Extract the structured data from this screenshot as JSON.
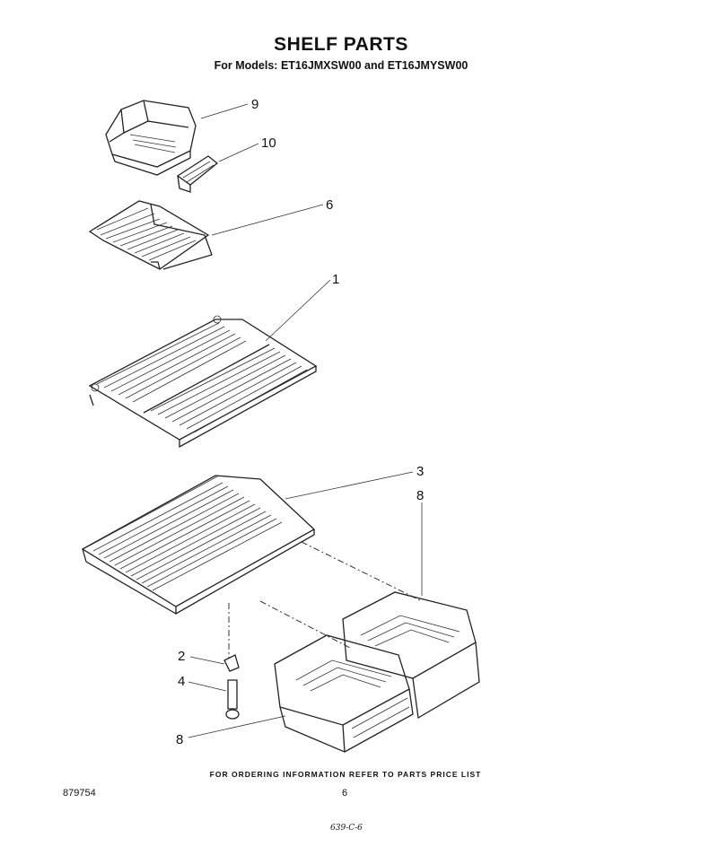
{
  "header": {
    "title": "SHELF PARTS",
    "subtitle": "For Models: ET16JMXSW00 and ET16JMYSW00"
  },
  "callouts": {
    "c9": "9",
    "c10": "10",
    "c6": "6",
    "c1": "1",
    "c3": "3",
    "c8_top": "8",
    "c2": "2",
    "c4": "4",
    "c8_bottom": "8"
  },
  "footer": {
    "ordering_note": "FOR ORDERING INFORMATION REFER TO PARTS PRICE LIST",
    "doc_number": "879754",
    "page_number": "6",
    "handwritten_note": "639-C-6"
  }
}
